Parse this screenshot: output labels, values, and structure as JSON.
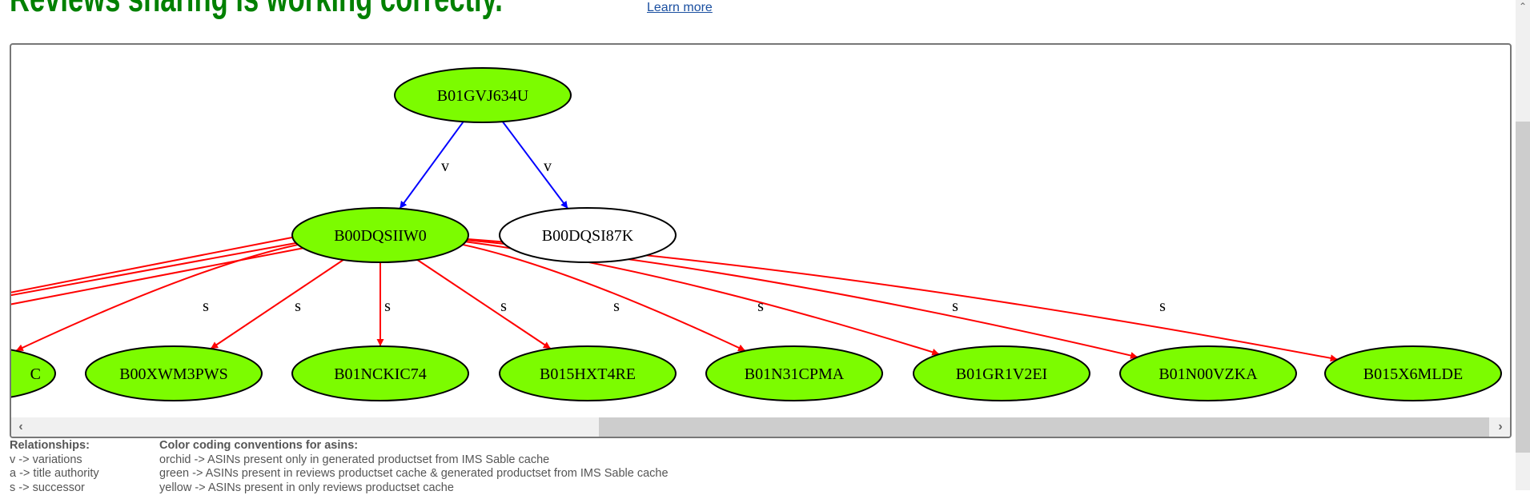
{
  "header": {
    "title": "Reviews sharing is working correctly.",
    "learn_more": "Learn more"
  },
  "graph": {
    "colors": {
      "green": "#7cfc00",
      "white": "#ffffff",
      "variation_edge": "#0000ff",
      "successor_edge": "#ff0000"
    },
    "root": {
      "label": "B01GVJ634U",
      "color": "green"
    },
    "level2": [
      {
        "label": "B00DQSIIW0",
        "color": "green",
        "edge": "v"
      },
      {
        "label": "B00DQSI87K",
        "color": "white",
        "edge": "v"
      }
    ],
    "successors": [
      {
        "label": "C",
        "color": "green",
        "edge": "s"
      },
      {
        "label": "B00XWM3PWS",
        "color": "green",
        "edge": "s"
      },
      {
        "label": "B01NCKIC74",
        "color": "green",
        "edge": "s"
      },
      {
        "label": "B015HXT4RE",
        "color": "green",
        "edge": "s"
      },
      {
        "label": "B01N31CPMA",
        "color": "green",
        "edge": "s"
      },
      {
        "label": "B01GR1V2EI",
        "color": "green",
        "edge": "s"
      },
      {
        "label": "B01N00VZKA",
        "color": "green",
        "edge": "s"
      },
      {
        "label": "B015X6MLDE",
        "color": "green",
        "edge": "s"
      }
    ]
  },
  "legend": {
    "relationships_title": "Relationships:",
    "relationships": [
      "v -> variations",
      "a -> title authority",
      "s -> successor"
    ],
    "colors_title": "Color coding conventions for asins:",
    "colors": [
      "orchid -> ASINs present only in generated productset from IMS Sable cache",
      "green -> ASINs present in reviews productset cache & generated productset from IMS Sable cache",
      "yellow -> ASINs present in only reviews productset cache"
    ]
  }
}
